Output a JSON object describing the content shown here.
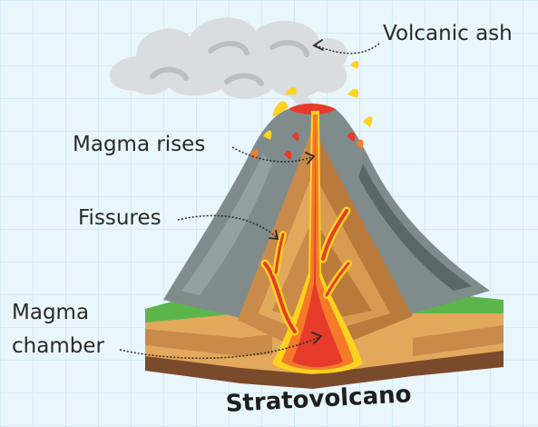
{
  "title": "Stratovolcano",
  "labels": {
    "volcanic_ash": "Volcanic ash",
    "magma_rises": "Magma rises",
    "fissures": "Fissures",
    "magma_chamber_line1": "Magma",
    "magma_chamber_line2": "chamber"
  },
  "colors": {
    "background": "#e9f6fc",
    "grid": "#d3ebf5",
    "rock_gray": "#7f8c8b",
    "rock_dark": "#5b6766",
    "grass": "#5cb54a",
    "soil_top": "#e2a95c",
    "soil_mid": "#c98a4a",
    "soil_dark": "#7a4a2c",
    "magma_red": "#e63a2a",
    "magma_orange": "#f47a2a",
    "magma_yellow": "#ffd21f",
    "ash": "#d9dde0"
  }
}
